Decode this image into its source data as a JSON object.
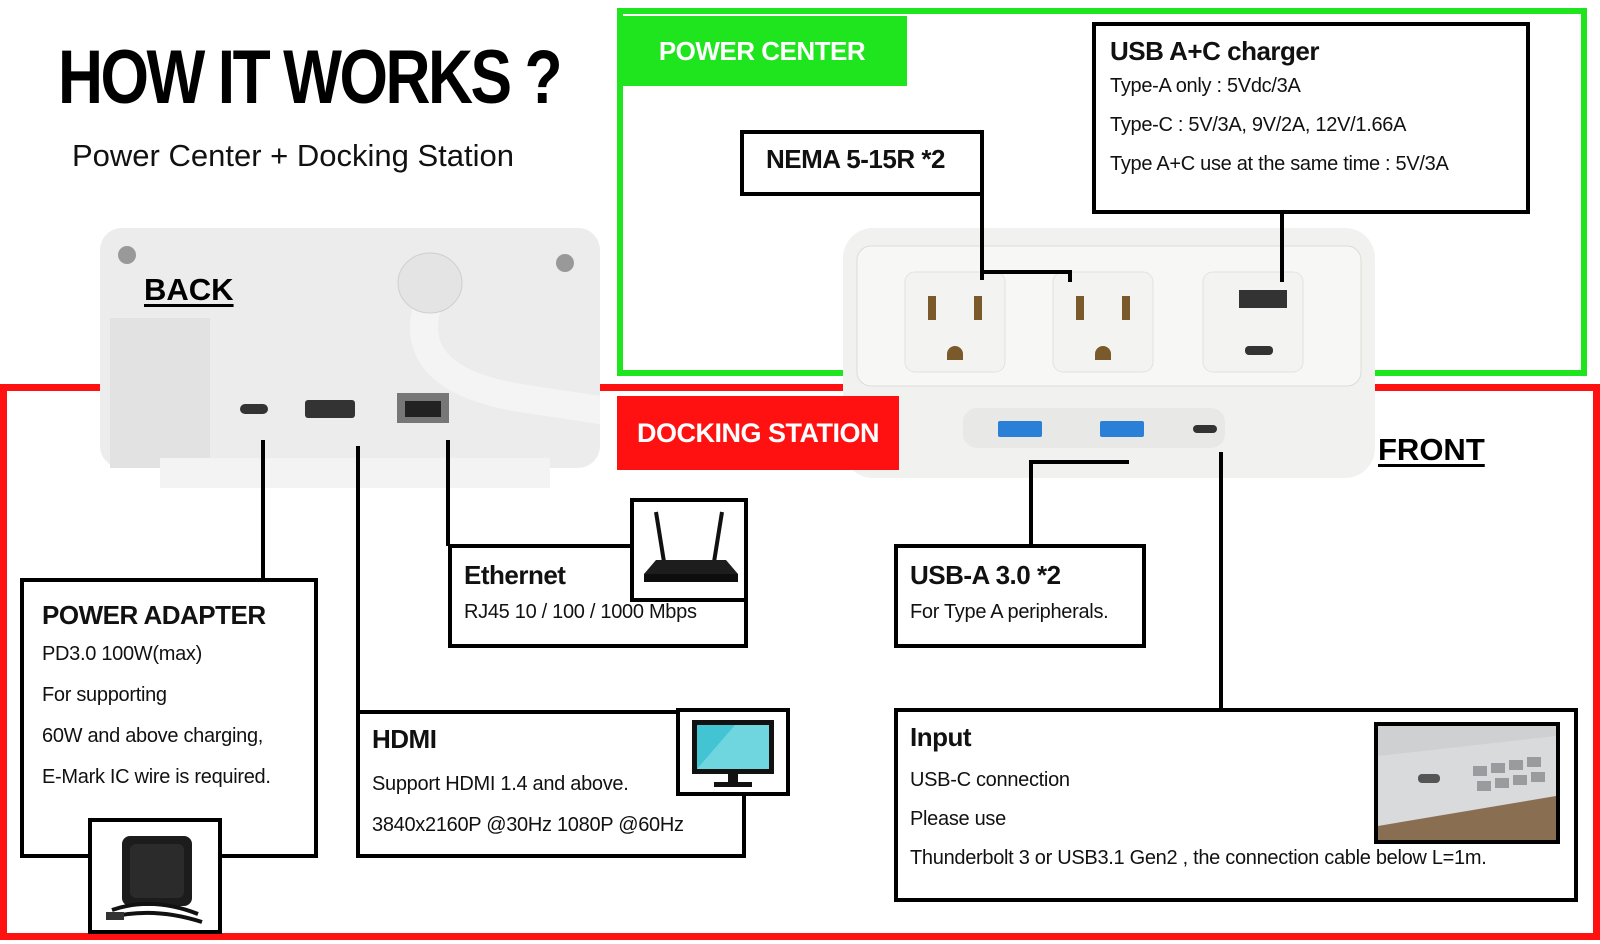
{
  "title": "HOW IT WORKS ?",
  "subtitle": "Power Center + Docking Station",
  "sections": {
    "power_center": "POWER CENTER",
    "docking_station": "DOCKING STATION",
    "back": "BACK",
    "front": "FRONT"
  },
  "colors": {
    "power_center": "#1ee51e",
    "docking_station": "#ff1111",
    "usb_a_port": "#2a7fd6"
  },
  "callouts": {
    "nema": {
      "title": "NEMA 5-15R *2"
    },
    "usb_charger": {
      "title": "USB A+C  charger",
      "lines": [
        "Type-A only : 5Vdc/3A",
        "Type-C : 5V/3A, 9V/2A, 12V/1.66A",
        "Type A+C  use at the same time :  5V/3A"
      ]
    },
    "power_adapter": {
      "title": "POWER ADAPTER",
      "lines": [
        "PD3.0 100W(max)",
        "For supporting",
        "60W and above charging,",
        "E-Mark IC wire is required."
      ]
    },
    "ethernet": {
      "title": "Ethernet",
      "lines": [
        "RJ45   10 / 100 / 1000 Mbps"
      ]
    },
    "hdmi": {
      "title": "HDMI",
      "lines": [
        "Support HDMI 1.4 and above.",
        "3840x2160P @30Hz    1080P @60Hz"
      ]
    },
    "usb_a": {
      "title": "USB-A 3.0 *2",
      "lines": [
        "For Type A peripherals."
      ]
    },
    "input": {
      "title": "Input",
      "lines": [
        "USB-C connection",
        "Please use",
        "Thunderbolt 3 or USB3.1 Gen2 , the connection cable below L=1m."
      ]
    }
  },
  "icons": [
    "router-icon",
    "monitor-icon",
    "laptop-icon",
    "power-adapter-icon"
  ]
}
